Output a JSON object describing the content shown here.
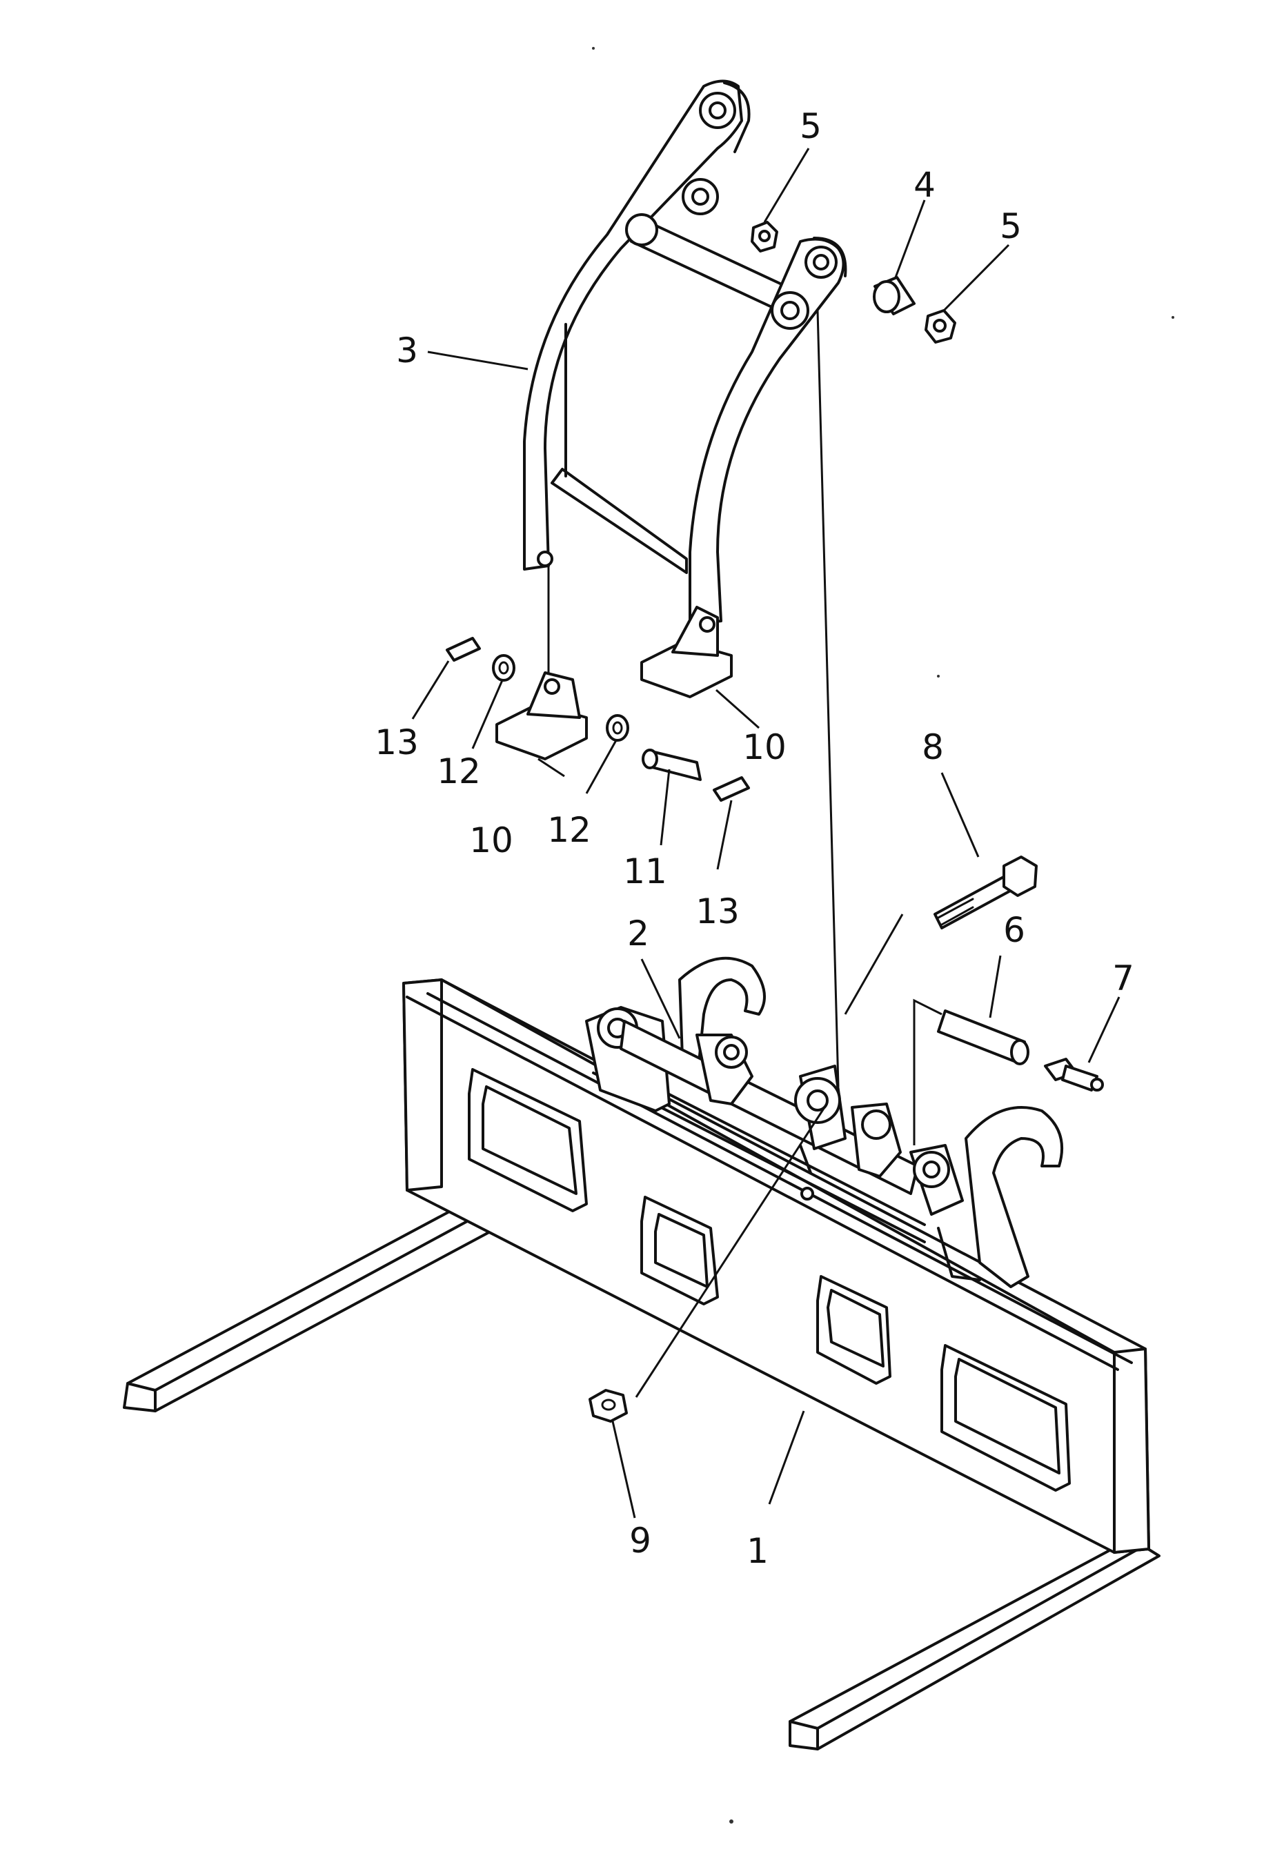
{
  "diagram": {
    "type": "exploded-parts-view",
    "callouts": [
      {
        "id": "c1",
        "label": "1"
      },
      {
        "id": "c2",
        "label": "2"
      },
      {
        "id": "c3",
        "label": "3"
      },
      {
        "id": "c4",
        "label": "4"
      },
      {
        "id": "c5a",
        "label": "5"
      },
      {
        "id": "c5b",
        "label": "5"
      },
      {
        "id": "c6",
        "label": "6"
      },
      {
        "id": "c7",
        "label": "7"
      },
      {
        "id": "c8",
        "label": "8"
      },
      {
        "id": "c9",
        "label": "9"
      },
      {
        "id": "c10a",
        "label": "10"
      },
      {
        "id": "c10b",
        "label": "10"
      },
      {
        "id": "c11",
        "label": "11"
      },
      {
        "id": "c12a",
        "label": "12"
      },
      {
        "id": "c12b",
        "label": "12"
      },
      {
        "id": "c13a",
        "label": "13"
      },
      {
        "id": "c13b",
        "label": "13"
      }
    ]
  }
}
